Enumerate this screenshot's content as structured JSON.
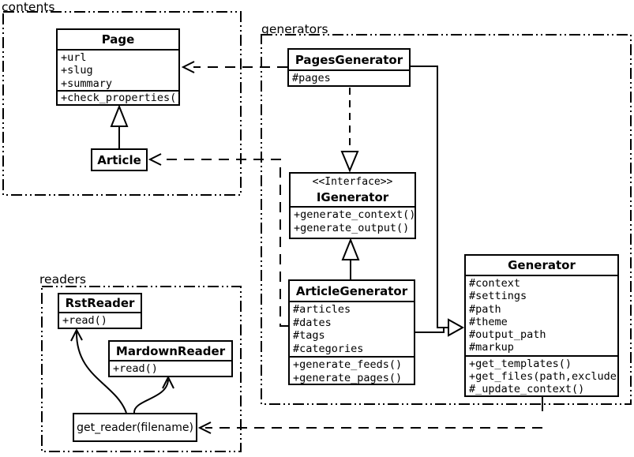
{
  "diagram_type": "uml-class-diagram",
  "colors": {
    "line": "#000000",
    "background": "#ffffff",
    "box_fill": "#ffffff"
  },
  "packages": {
    "contents": {
      "label": "contents"
    },
    "generators": {
      "label": "generators"
    },
    "readers": {
      "label": "readers"
    }
  },
  "classes": {
    "page": {
      "name": "Page",
      "attributes": [
        "+url",
        "+slug",
        "+summary"
      ],
      "methods": [
        "+check_properties()"
      ]
    },
    "article": {
      "name": "Article"
    },
    "pages_generator": {
      "name": "PagesGenerator",
      "attributes": [
        "#pages"
      ]
    },
    "igenerator": {
      "stereotype": "<<Interface>>",
      "name": "IGenerator",
      "methods": [
        "+generate_context()",
        "+generate_output()"
      ]
    },
    "article_generator": {
      "name": "ArticleGenerator",
      "attributes": [
        "#articles",
        "#dates",
        "#tags",
        "#categories"
      ],
      "methods": [
        "+generate_feeds()",
        "+generate_pages()"
      ]
    },
    "generator": {
      "name": "Generator",
      "attributes": [
        "#context",
        "#settings",
        "#path",
        "#theme",
        "#output_path",
        "#markup"
      ],
      "methods": [
        "+get_templates()",
        "+get_files(path,exclude)",
        "#_update_context()"
      ]
    },
    "rst_reader": {
      "name": "RstReader",
      "methods": [
        "+read()"
      ]
    },
    "markdown_reader": {
      "name": "MardownReader",
      "methods": [
        "+read()"
      ]
    },
    "get_reader": {
      "label": "get_reader(filename)"
    }
  },
  "relationships": [
    "Article --|> Page",
    "PagesGenerator ..> Page",
    "ArticleGenerator ..> Article",
    "PagesGenerator ..|> IGenerator",
    "ArticleGenerator --|> IGenerator",
    "PagesGenerator --|> Generator",
    "ArticleGenerator --|> Generator",
    "Generator ..> get_reader(filename)",
    "get_reader -> RstReader",
    "get_reader -> MardownReader"
  ]
}
